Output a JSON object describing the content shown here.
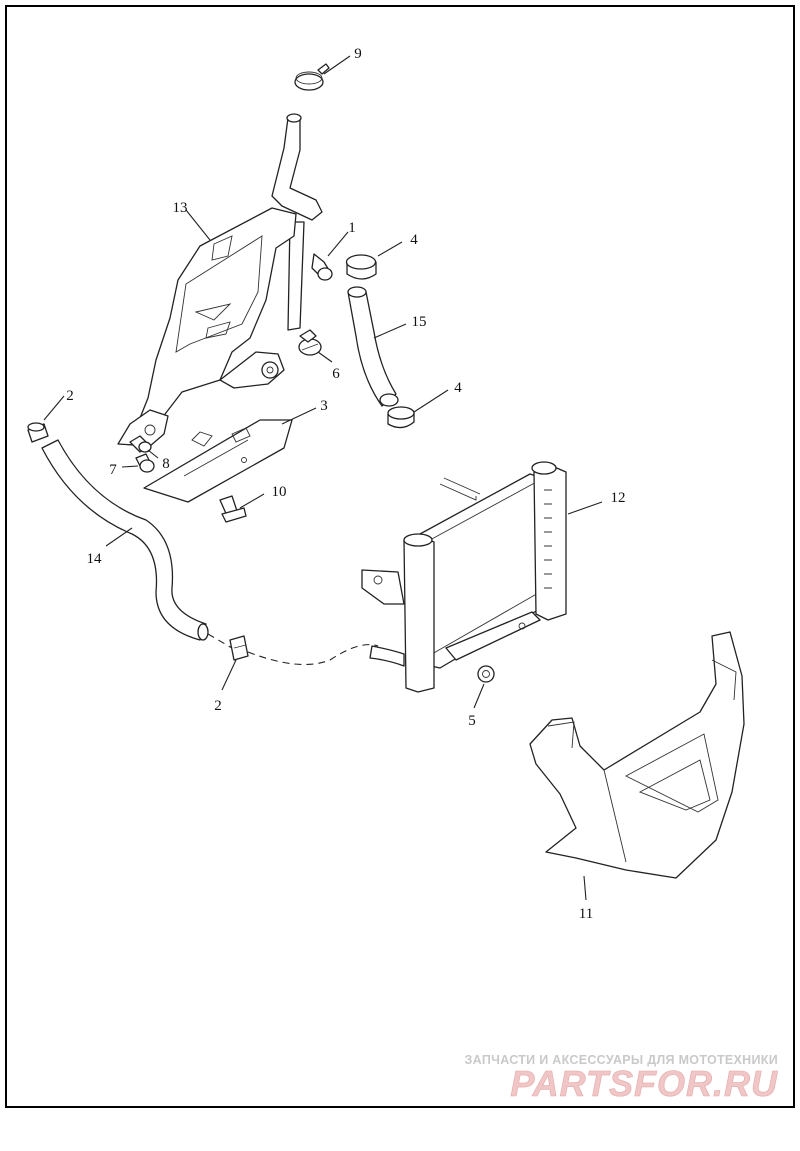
{
  "callouts": [
    {
      "id": "1",
      "label": "1"
    },
    {
      "id": "2a",
      "label": "2"
    },
    {
      "id": "2b",
      "label": "2"
    },
    {
      "id": "3",
      "label": "3"
    },
    {
      "id": "4a",
      "label": "4"
    },
    {
      "id": "4b",
      "label": "4"
    },
    {
      "id": "5",
      "label": "5"
    },
    {
      "id": "6",
      "label": "6"
    },
    {
      "id": "7",
      "label": "7"
    },
    {
      "id": "8",
      "label": "8"
    },
    {
      "id": "9",
      "label": "9"
    },
    {
      "id": "10",
      "label": "10"
    },
    {
      "id": "11",
      "label": "11"
    },
    {
      "id": "12",
      "label": "12"
    },
    {
      "id": "13",
      "label": "13"
    },
    {
      "id": "14",
      "label": "14"
    },
    {
      "id": "15",
      "label": "15"
    }
  ],
  "watermark": {
    "tagline": "ЗАПЧАСТИ И АКСЕССУАРЫ ДЛЯ МОТОТЕХНИКИ",
    "logo": "PARTSFOR.RU"
  },
  "colors": {
    "line": "#222222",
    "frame": "#000000",
    "watermark_text": "#c9c9c9",
    "watermark_logo": "#f1c6c6"
  }
}
